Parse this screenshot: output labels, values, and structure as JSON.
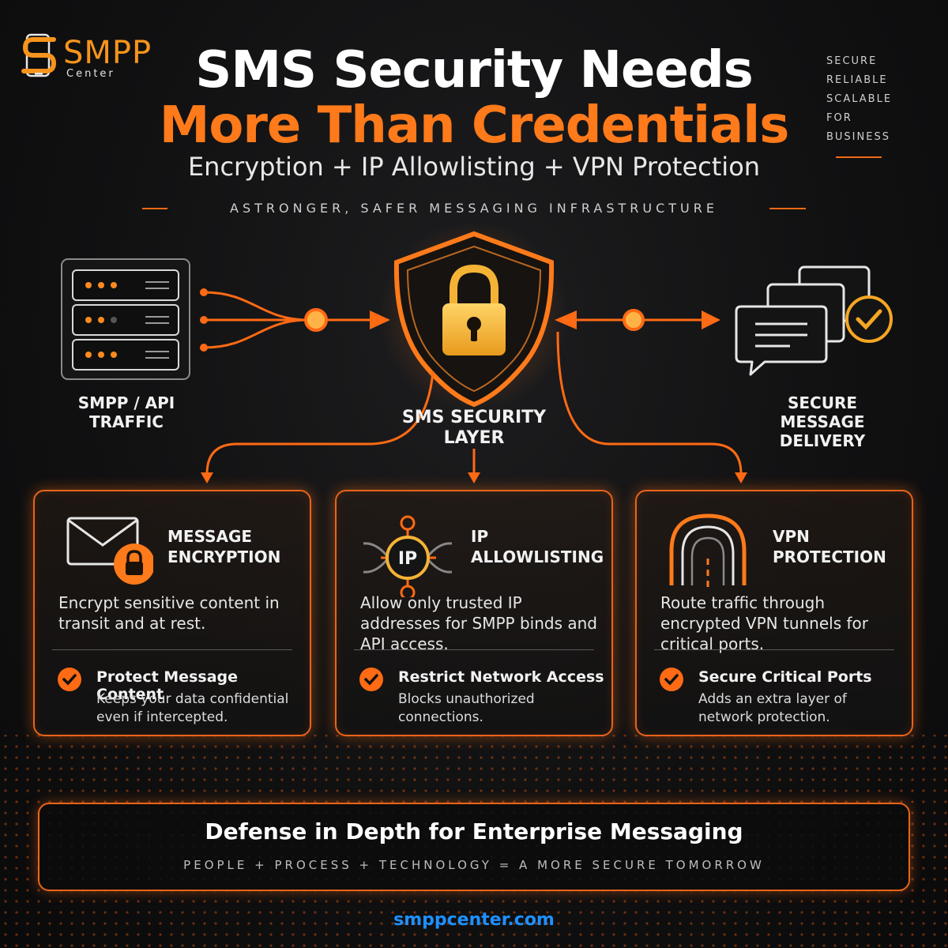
{
  "brand": {
    "name": "SMPP",
    "sub": "Center"
  },
  "header": {
    "title_line1": "SMS Security Needs",
    "title_line2": "More Than Credentials",
    "subtitle": "Encryption + IP Allowlisting + VPN Protection",
    "side_tags": [
      "SECURE",
      "RELIABLE",
      "SCALABLE",
      "FOR",
      "BUSINESS"
    ],
    "tagline": "ASTRONGER, SAFER MESSAGING INFRASTRUCTURE"
  },
  "diagram": {
    "source_label": [
      "SMPP / API",
      "TRAFFIC"
    ],
    "center_label": [
      "SMS SECURITY",
      "LAYER"
    ],
    "target_label": [
      "SECURE",
      "MESSAGE DELIVERY"
    ]
  },
  "cards": [
    {
      "title": [
        "MESSAGE",
        "ENCRYPTION"
      ],
      "desc": "Encrypt sensitive content in transit and at rest.",
      "benefit": "Protect Message Content",
      "benefit_desc": "Keeps your data confidential even if intercepted."
    },
    {
      "title": [
        "IP",
        "ALLOWLISTING"
      ],
      "icon_text": "IP",
      "desc": "Allow only trusted IP addresses for SMPP binds and API access.",
      "benefit": "Restrict Network Access",
      "benefit_desc": "Blocks unauthorized connections."
    },
    {
      "title": [
        "VPN",
        "PROTECTION"
      ],
      "desc": "Route traffic through encrypted VPN tunnels for critical ports.",
      "benefit": "Secure Critical Ports",
      "benefit_desc": "Adds an extra layer of network protection."
    }
  ],
  "footer_box": {
    "title": "Defense in Depth for Enterprise Messaging",
    "tagline": "PEOPLE + PROCESS + TECHNOLOGY = A MORE SECURE TOMORROW"
  },
  "website": "smppcenter.com",
  "colors": {
    "accent": "#ff7a1a",
    "gold": "#f5b335",
    "link": "#1e90ff",
    "bg": "#111112"
  },
  "icons": [
    "server-icon",
    "shield-lock-icon",
    "message-stack-icon",
    "envelope-lock-icon",
    "ip-network-icon",
    "vpn-tunnel-icon",
    "check-icon"
  ]
}
